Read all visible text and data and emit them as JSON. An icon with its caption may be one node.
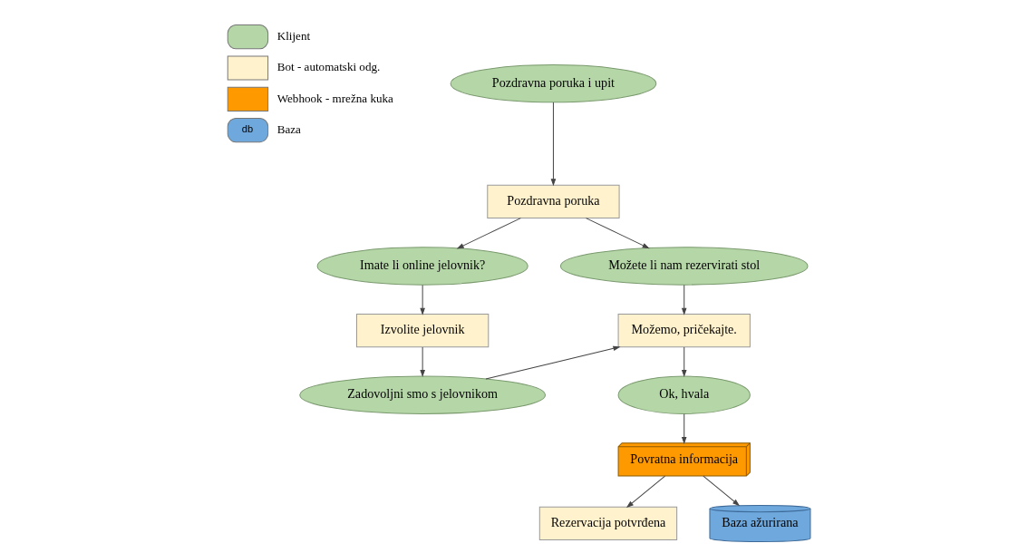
{
  "diagram": {
    "nodes": [
      {
        "text": [
          "Pozdravna poruka i upit"
        ]
      },
      {
        "text": [
          "Pozdravna poruka"
        ]
      },
      {
        "text": [
          "Imate li online jelovnik?"
        ]
      },
      {
        "text": [
          "Možete li nam rezervirati stol"
        ]
      },
      {
        "text": [
          "Izvolite jelovnik"
        ]
      },
      {
        "text": [
          "Možemo, pričekajte."
        ]
      },
      {
        "text": [
          "Rezervacija potvrđena"
        ]
      },
      {
        "text": [
          "Zadovoljni smo s jelovnikom"
        ]
      },
      {
        "text": [
          "Ok, hvala"
        ]
      },
      {
        "text": [
          "Povratna informacija"
        ]
      },
      {
        "text": [
          "Baza ažurirana"
        ]
      }
    ],
    "edges": [
      {
        "from": 0,
        "to": 1,
        "arrow": "to"
      },
      {
        "from": 1,
        "to": 2,
        "arrow": "to"
      },
      {
        "from": 1,
        "to": 3,
        "arrow": "to"
      },
      {
        "from": 2,
        "to": 4,
        "arrow": "to"
      },
      {
        "from": 3,
        "to": 5,
        "arrow": "to"
      },
      {
        "from": 4,
        "to": 7,
        "arrow": "to"
      },
      {
        "from": 7,
        "to": 5,
        "arrow": "to"
      },
      {
        "from": 5,
        "to": 8,
        "arrow": "to"
      },
      {
        "from": 8,
        "to": 9,
        "arrow": "to"
      },
      {
        "from": 9,
        "to": 6,
        "arrow": "to"
      },
      {
        "from": 9,
        "to": 10,
        "arrow": "to"
      }
    ],
    "labels": [
      "db"
    ],
    "legend": [
      {
        "text": "Klijent",
        "color": "#b5d6a7"
      },
      {
        "text": "Bot - automatski odg.",
        "color": "#fff2cc"
      },
      {
        "text": "Webhook - mrežna kuka",
        "color": "#ff9900"
      },
      {
        "text": "Baza",
        "color": "#6fa8dc"
      }
    ]
  }
}
